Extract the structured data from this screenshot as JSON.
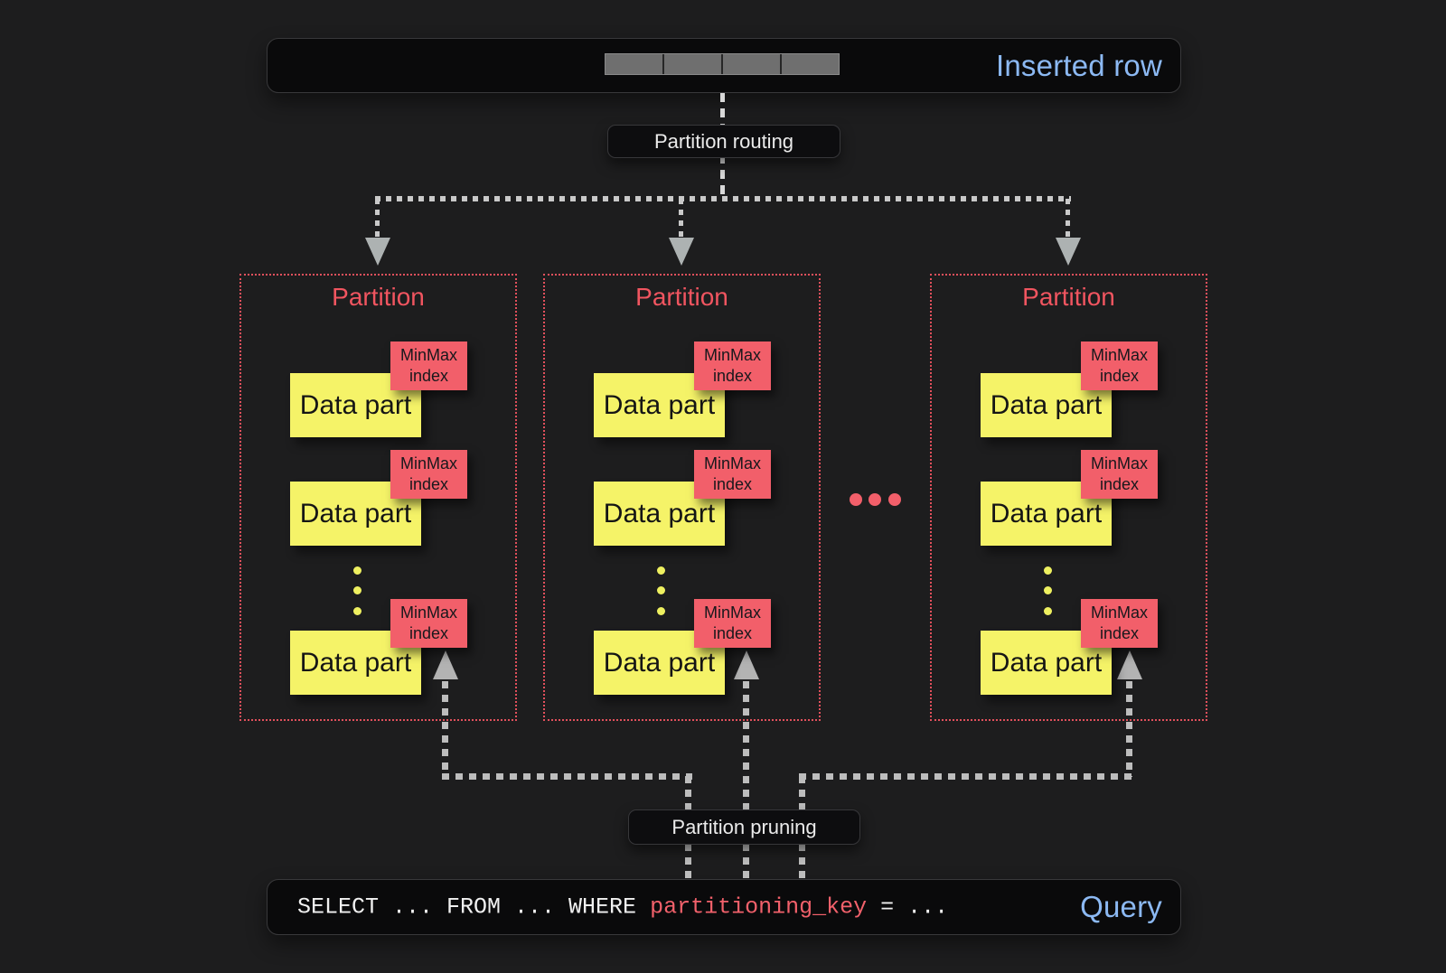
{
  "colors": {
    "background": "#1d1d1e",
    "accent_blue": "#8cb9f3",
    "accent_red": "#f25f6a",
    "part_yellow": "#f5f368",
    "bar_background": "#0a0a0b",
    "connector_gray": "#c9c9c9"
  },
  "inserted_row_bar": {
    "label": "Inserted row",
    "cell_count": 4
  },
  "routing_label": "Partition routing",
  "pruning_label": "Partition pruning",
  "partitions": [
    {
      "title": "Partition",
      "parts": [
        {
          "label": "Data part",
          "index_label": "MinMax index"
        },
        {
          "label": "Data part",
          "index_label": "MinMax index"
        },
        {
          "label": "Data part",
          "index_label": "MinMax index"
        }
      ]
    },
    {
      "title": "Partition",
      "parts": [
        {
          "label": "Data part",
          "index_label": "MinMax index"
        },
        {
          "label": "Data part",
          "index_label": "MinMax index"
        },
        {
          "label": "Data part",
          "index_label": "MinMax index"
        }
      ]
    },
    {
      "title": "Partition",
      "parts": [
        {
          "label": "Data part",
          "index_label": "MinMax index"
        },
        {
          "label": "Data part",
          "index_label": "MinMax index"
        },
        {
          "label": "Data part",
          "index_label": "MinMax index"
        }
      ]
    }
  ],
  "query_bar": {
    "code_before": "SELECT ... FROM ... WHERE ",
    "code_key": "partitioning_key",
    "code_after": " = ...",
    "label": "Query"
  }
}
